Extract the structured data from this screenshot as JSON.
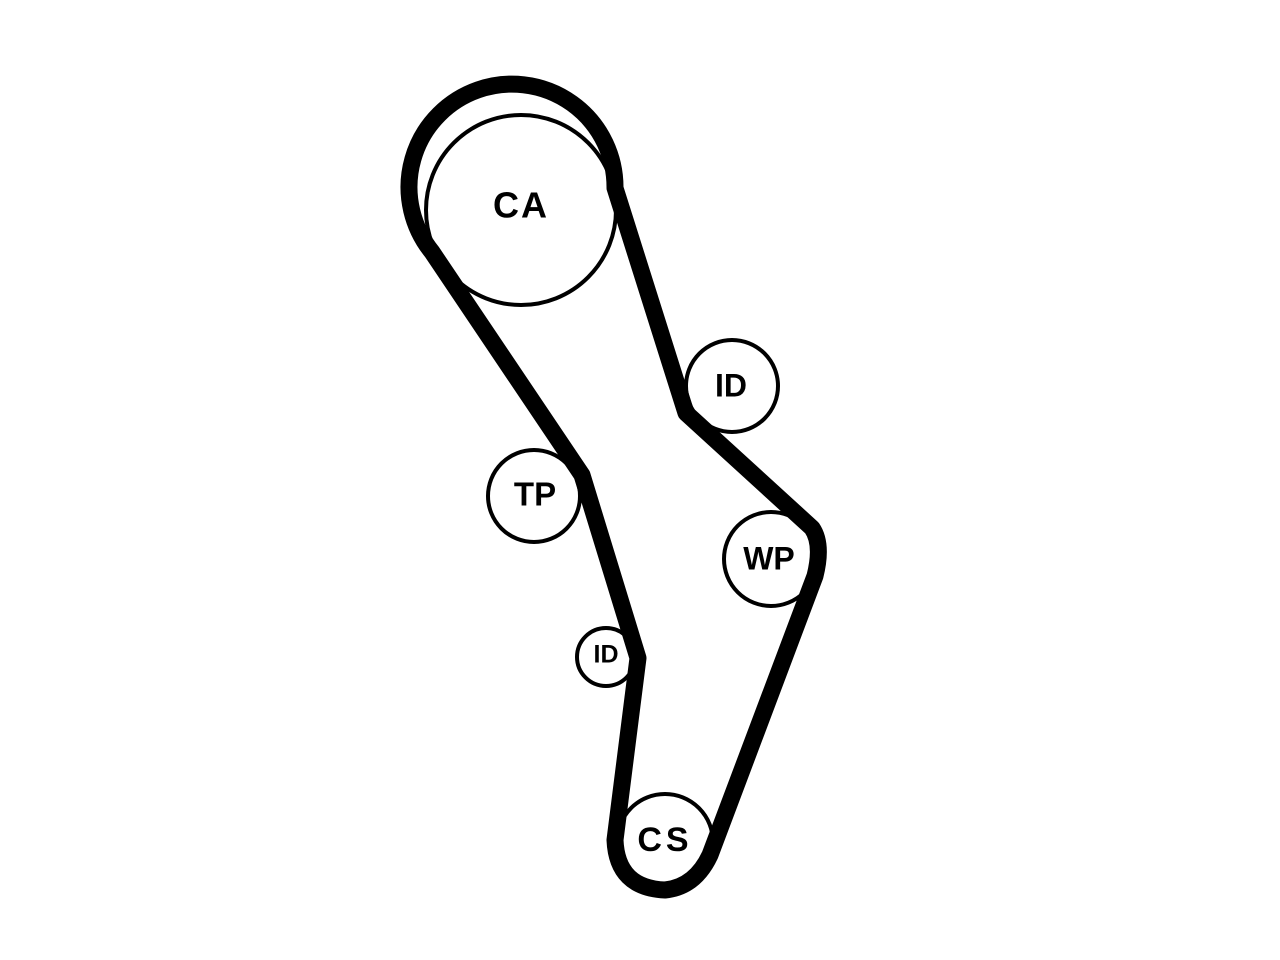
{
  "diagram": {
    "type": "timing-belt-routing",
    "belt_color": "#000000",
    "pulleys": {
      "camshaft": {
        "label": "CA"
      },
      "idler_upper": {
        "label": "ID"
      },
      "tensioner": {
        "label": "TP"
      },
      "water_pump": {
        "label": "WP"
      },
      "idler_lower": {
        "label": "ID"
      },
      "crankshaft": {
        "label": "CS"
      }
    }
  }
}
